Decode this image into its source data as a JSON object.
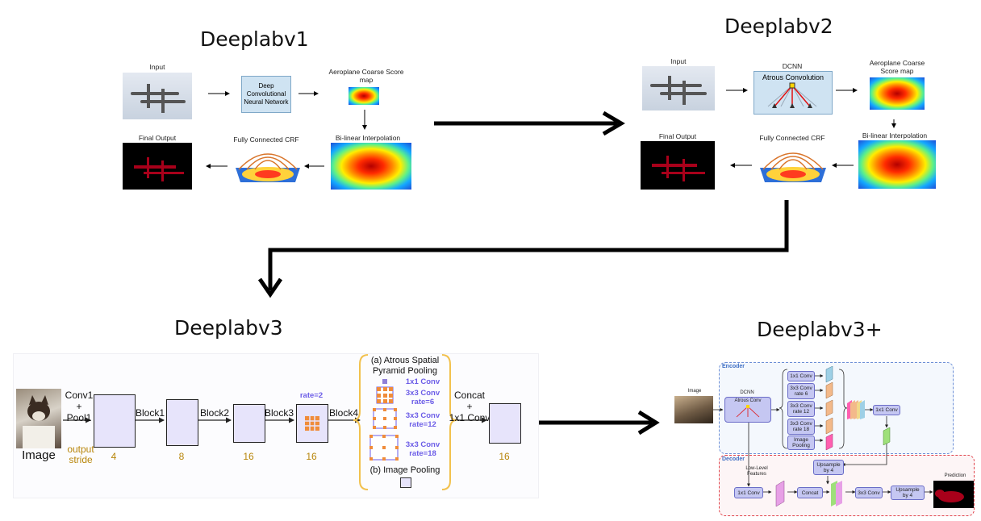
{
  "titles": {
    "v1": "Deeplabv1",
    "v2": "Deeplabv2",
    "v3": "Deeplabv3",
    "v3plus": "Deeplabv3+"
  },
  "v1": {
    "input": "Input",
    "dcnn": "Deep Convolutional Neural Network",
    "score_map": "Aeroplane Coarse Score map",
    "interp": "Bi-linear Interpolation",
    "crf": "Fully Connected CRF",
    "final": "Final Output"
  },
  "v2": {
    "input": "Input",
    "dcnn": "DCNN",
    "atrous": "Atrous Convolution",
    "score_map": "Aeroplane Coarse Score map",
    "interp": "Bi-linear Interpolation",
    "crf": "Fully Connected CRF",
    "final": "Final Output"
  },
  "v3": {
    "image": "Image",
    "conv1": "Conv1\n+\nPool1",
    "output_stride": "output\nstride",
    "block1": "Block1",
    "block2": "Block2",
    "block3": "Block3",
    "block4": "Block4",
    "rate": "rate=2",
    "strides": [
      "4",
      "8",
      "16",
      "16",
      "16"
    ],
    "aspp_title": "(a) Atrous Spatial\nPyramid Pooling",
    "conv1x1": "1x1 Conv",
    "conv_r6": "3x3 Conv\nrate=6",
    "conv_r12": "3x3 Conv\nrate=12",
    "conv_r18": "3x3 Conv\nrate=18",
    "image_pooling": "(b) Image Pooling",
    "concat": "Concat\n+\n1x1 Conv"
  },
  "v3plus": {
    "encoder": "Encoder",
    "decoder": "Decoder",
    "image": "Image",
    "dcnn": "DCNN",
    "atrous": "Atrous Conv",
    "c1": "1x1 Conv",
    "c6": "3x3 Conv\nrate 6",
    "c12": "3x3 Conv\nrate 12",
    "c18": "3x3 Conv\nrate 18",
    "pool": "Image\nPooling",
    "enc_1x1": "1x1 Conv",
    "low_level": "Low-Level\nFeatures",
    "up1": "Upsample\nby 4",
    "dec_1x1": "1x1 Conv",
    "concat": "Concat",
    "conv3": "3x3 Conv",
    "up2": "Upsample\nby 4",
    "prediction": "Prediction"
  },
  "colors": {
    "v3_box_fill": "#e7e4fb",
    "aspp_bracket": "#f2c14e",
    "purple_text": "#6b5ce7",
    "stride_text": "#b8860b",
    "encoder_border": "#6d8fd6",
    "decoder_border": "#e0434b"
  }
}
